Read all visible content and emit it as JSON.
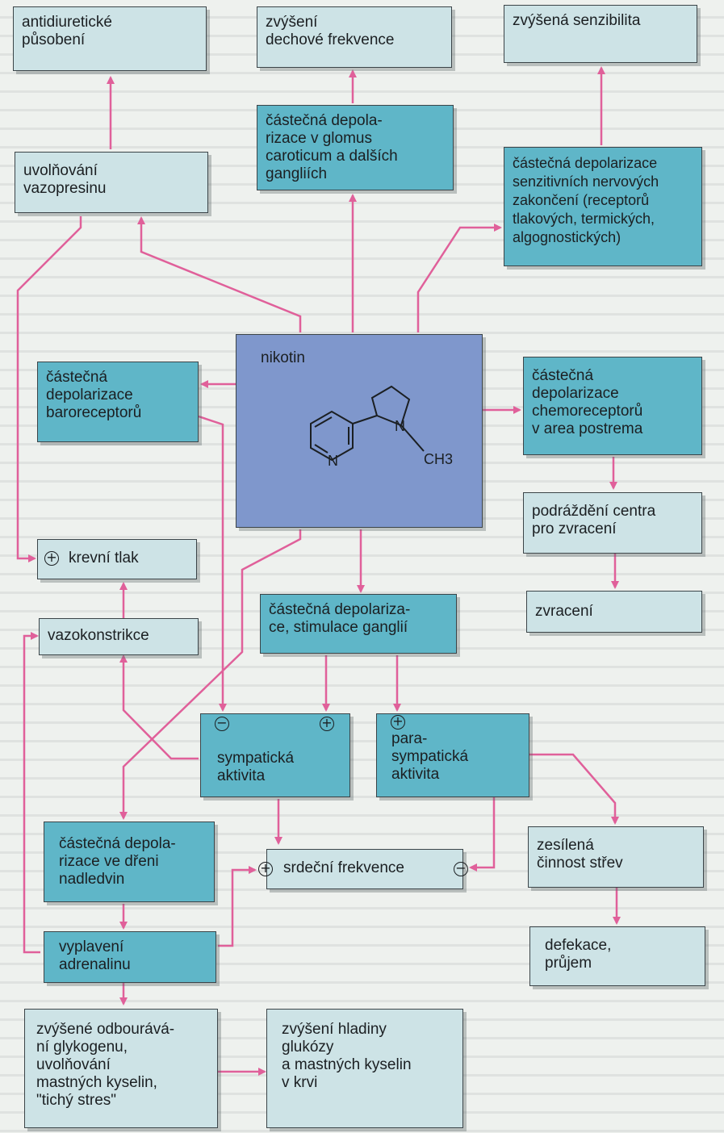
{
  "boxes": {
    "antidiuretic": "antidiuretické\npůsobení",
    "breathing": "zvýšení\ndechové frekvence",
    "sensitivity": "zvýšená senzibilita",
    "vasopressin": "uvolňování\nvazopresinu",
    "glomus": "částečná depola-\nrizace v glomus\ncaroticum a dalších\ngangliích",
    "sensory": "částečná depolarizace\nsenzitivních nervových\nzakončení (receptorů\ntlakových, termických,\nalgognostických)",
    "nicotine": "nikotin",
    "baroreceptors": "částečná\ndepolarizace\nbaroreceptorů",
    "chemoreceptors": "částečná\ndepolarizace\nchemoreceptorů\nv area postrema",
    "vomit_center": "podráždění centra\npro zvracení",
    "blood_pressure": "krevní tlak",
    "ganglia": "částečná depolariza-\nce, stimulace ganglií",
    "vomiting": "zvracení",
    "vasoconstriction": "vazokonstrikce",
    "sympathetic": "sympatická\naktivita",
    "parasympathetic": "para-\nsympatická\naktivita",
    "adrenal": "částečná depola-\nrizace ve dřeni\nnadledvin",
    "heart_rate": "srdeční frekvence",
    "intestine": "zesílená\nčinnost střev",
    "adrenaline": "vyplavení\nadrenalinu",
    "defecation": "defekace,\nprůjem",
    "glycogen": "zvýšené odbourává-\nní glykogenu,\nuvolňování\nmastných kyselin,\n\"tichý stres\"",
    "glucose": "zvýšení hladiny\nglukózy\na mastných kyselin\nv krvi"
  },
  "signs": {
    "plus": "+",
    "minus": "−"
  },
  "molecule": {
    "nitrogen_ring": "N",
    "nitrogen_chain": "N",
    "methyl": "CH3"
  },
  "colors": {
    "arrow": "#e0609a",
    "light_box": "#cde3e6",
    "medium_box": "#5fb6c8",
    "nicotine_box": "#7f97cc"
  }
}
